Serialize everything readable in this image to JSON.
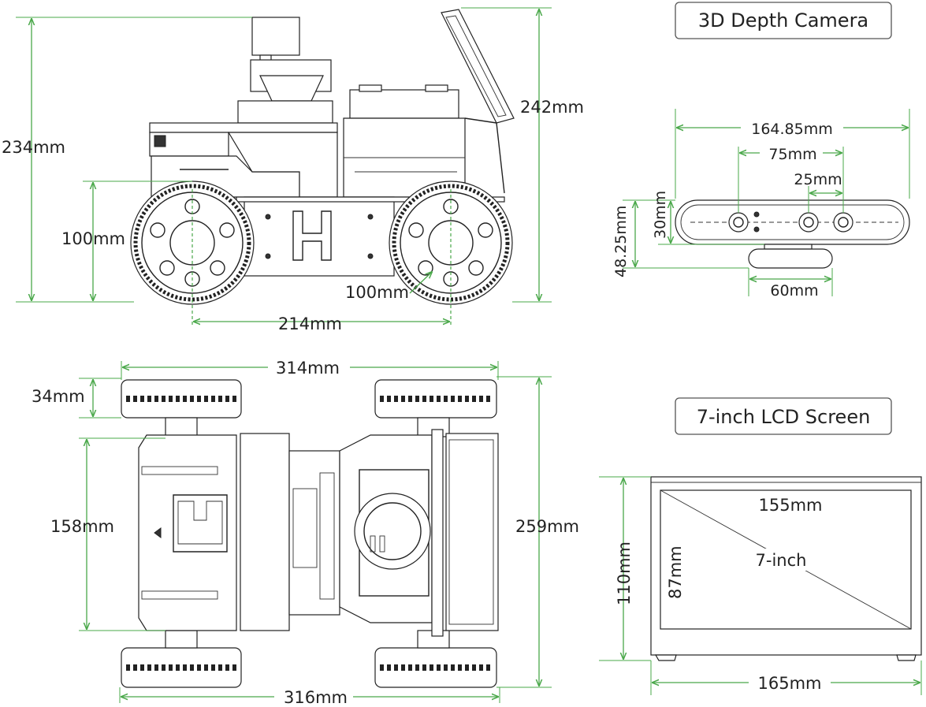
{
  "titles": {
    "camera": "3D Depth Camera",
    "lcd": "7-inch LCD Screen"
  },
  "dimensions": {
    "side_height": "234mm",
    "side_total_height": "242mm",
    "wheel_diameter_left": "100mm",
    "wheel_diameter_right": "100mm",
    "wheelbase": "214mm",
    "top_length": "314mm",
    "wheel_width": "34mm",
    "body_width": "158mm",
    "total_width": "259mm",
    "bottom_length": "316mm"
  },
  "camera_dims": {
    "total_width": "164.85mm",
    "lens_span": "75mm",
    "lens_gap": "25mm",
    "body_height": "30mm",
    "total_height": "48.25mm",
    "base_width": "60mm"
  },
  "lcd_dims": {
    "screen_width": "155mm",
    "diagonal": "7-inch",
    "screen_height": "87mm",
    "total_height": "110mm",
    "total_width": "165mm"
  },
  "colors": {
    "dimension_line": "#4aa84a",
    "ink": "#222222",
    "title_border": "#555555"
  }
}
